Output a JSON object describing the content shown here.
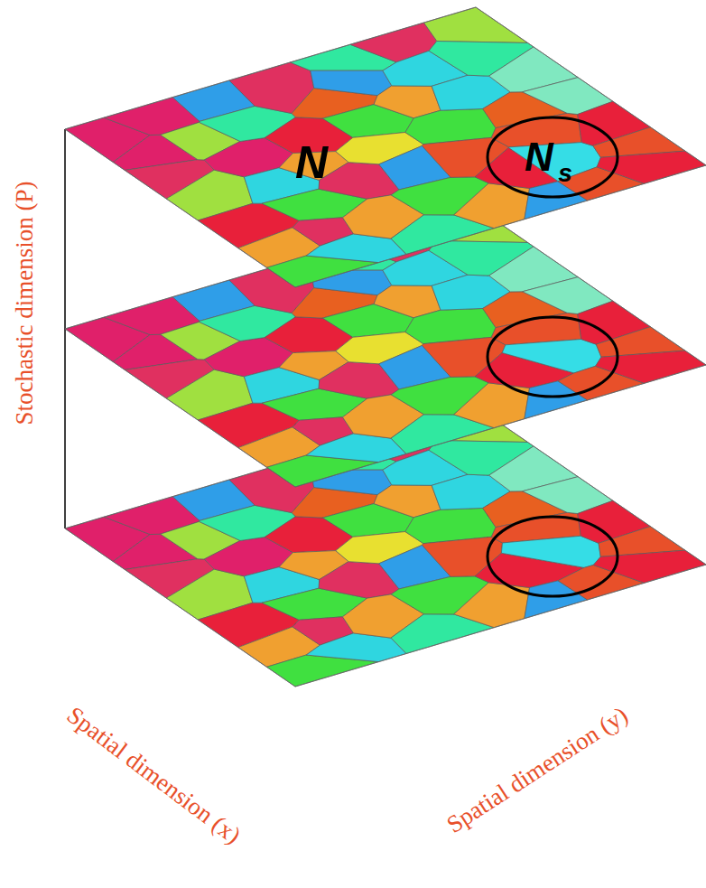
{
  "diagram": {
    "labels": [
      "N",
      "N",
      "s",
      "Stochastic dimension (P)",
      "Spatial dimension (x)",
      "Spatial dimension (y)"
    ]
  }
}
